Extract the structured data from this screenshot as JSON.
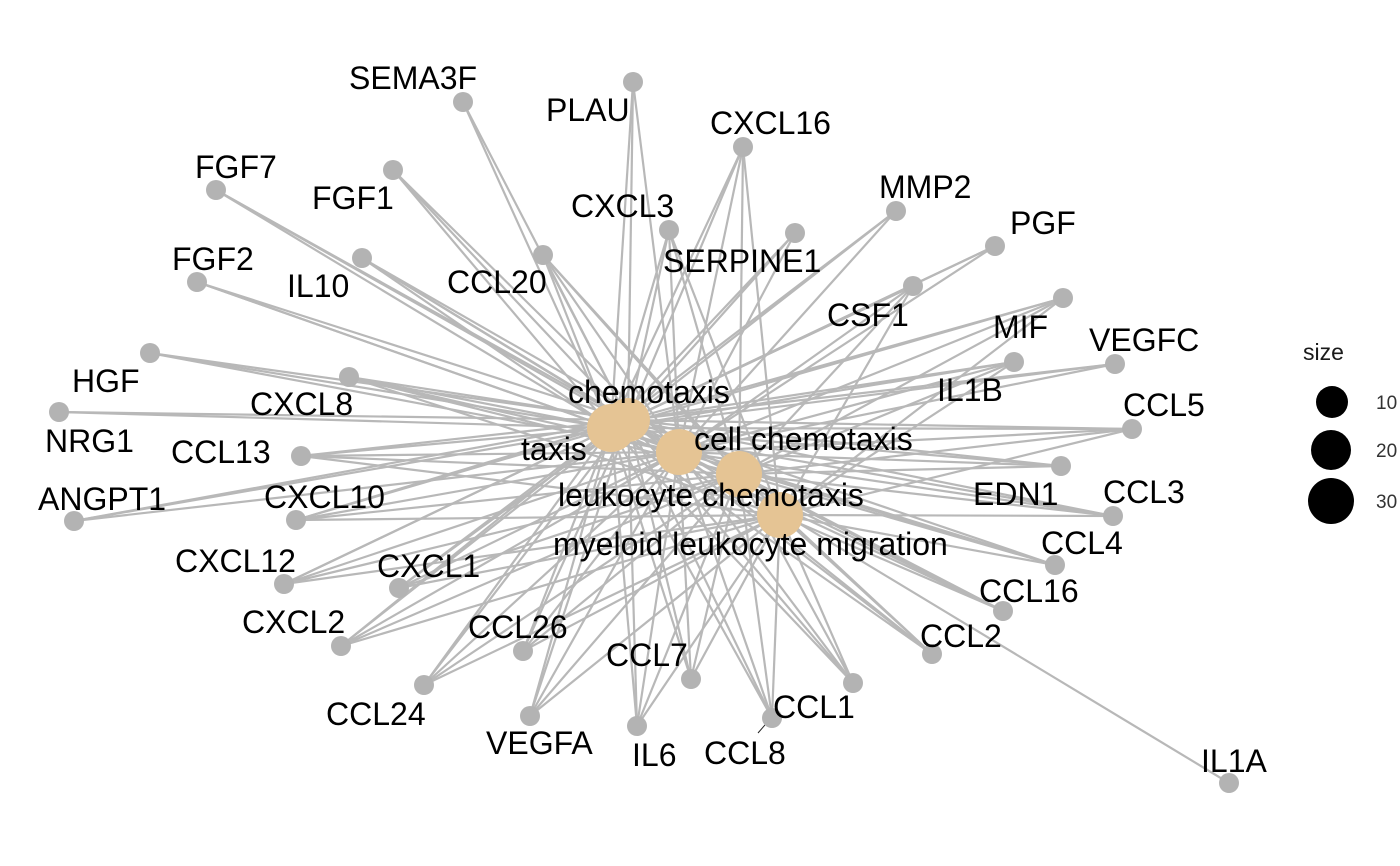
{
  "categories": [
    {
      "id": "chemotaxis",
      "label": "chemotaxis"
    },
    {
      "id": "taxis",
      "label": "taxis"
    },
    {
      "id": "cell_chemotaxis",
      "label": "cell chemotaxis"
    },
    {
      "id": "leukocyte_chemotaxis",
      "label": "leukocyte chemotaxis"
    },
    {
      "id": "myeloid_leukocyte_migration",
      "label": "myeloid leukocyte migration"
    }
  ],
  "genes": [
    {
      "id": "SEMA3F",
      "label": "SEMA3F"
    },
    {
      "id": "PLAU",
      "label": "PLAU"
    },
    {
      "id": "CXCL16",
      "label": "CXCL16"
    },
    {
      "id": "FGF7",
      "label": "FGF7"
    },
    {
      "id": "FGF1",
      "label": "FGF1"
    },
    {
      "id": "MMP2",
      "label": "MMP2"
    },
    {
      "id": "CXCL3",
      "label": "CXCL3"
    },
    {
      "id": "PGF",
      "label": "PGF"
    },
    {
      "id": "SERPINE1",
      "label": "SERPINE1"
    },
    {
      "id": "FGF2",
      "label": "FGF2"
    },
    {
      "id": "IL10",
      "label": "IL10"
    },
    {
      "id": "CCL20",
      "label": "CCL20"
    },
    {
      "id": "CSF1",
      "label": "CSF1"
    },
    {
      "id": "MIF",
      "label": "MIF"
    },
    {
      "id": "VEGFC",
      "label": "VEGFC"
    },
    {
      "id": "HGF",
      "label": "HGF"
    },
    {
      "id": "IL1B",
      "label": "IL1B"
    },
    {
      "id": "CXCL8",
      "label": "CXCL8"
    },
    {
      "id": "CCL5",
      "label": "CCL5"
    },
    {
      "id": "NRG1",
      "label": "NRG1"
    },
    {
      "id": "CCL13",
      "label": "CCL13"
    },
    {
      "id": "EDN1",
      "label": "EDN1"
    },
    {
      "id": "CCL3",
      "label": "CCL3"
    },
    {
      "id": "ANGPT1",
      "label": "ANGPT1"
    },
    {
      "id": "CXCL10",
      "label": "CXCL10"
    },
    {
      "id": "CCL4",
      "label": "CCL4"
    },
    {
      "id": "CXCL12",
      "label": "CXCL12"
    },
    {
      "id": "CXCL1",
      "label": "CXCL1"
    },
    {
      "id": "CCL16",
      "label": "CCL16"
    },
    {
      "id": "CXCL2",
      "label": "CXCL2"
    },
    {
      "id": "CCL26",
      "label": "CCL26"
    },
    {
      "id": "CCL2",
      "label": "CCL2"
    },
    {
      "id": "CCL7",
      "label": "CCL7"
    },
    {
      "id": "CCL1",
      "label": "CCL1"
    },
    {
      "id": "CCL24",
      "label": "CCL24"
    },
    {
      "id": "VEGFA",
      "label": "VEGFA"
    },
    {
      "id": "IL6",
      "label": "IL6"
    },
    {
      "id": "CCL8",
      "label": "CCL8"
    },
    {
      "id": "IL1A",
      "label": "IL1A"
    }
  ],
  "legend": {
    "title": "size",
    "entries": [
      {
        "label": "10"
      },
      {
        "label": "20"
      },
      {
        "label": "30"
      }
    ]
  },
  "colors": {
    "category_node": "#e5c494",
    "gene_node": "#b3b3b3",
    "edge": "#b8b8b8"
  }
}
